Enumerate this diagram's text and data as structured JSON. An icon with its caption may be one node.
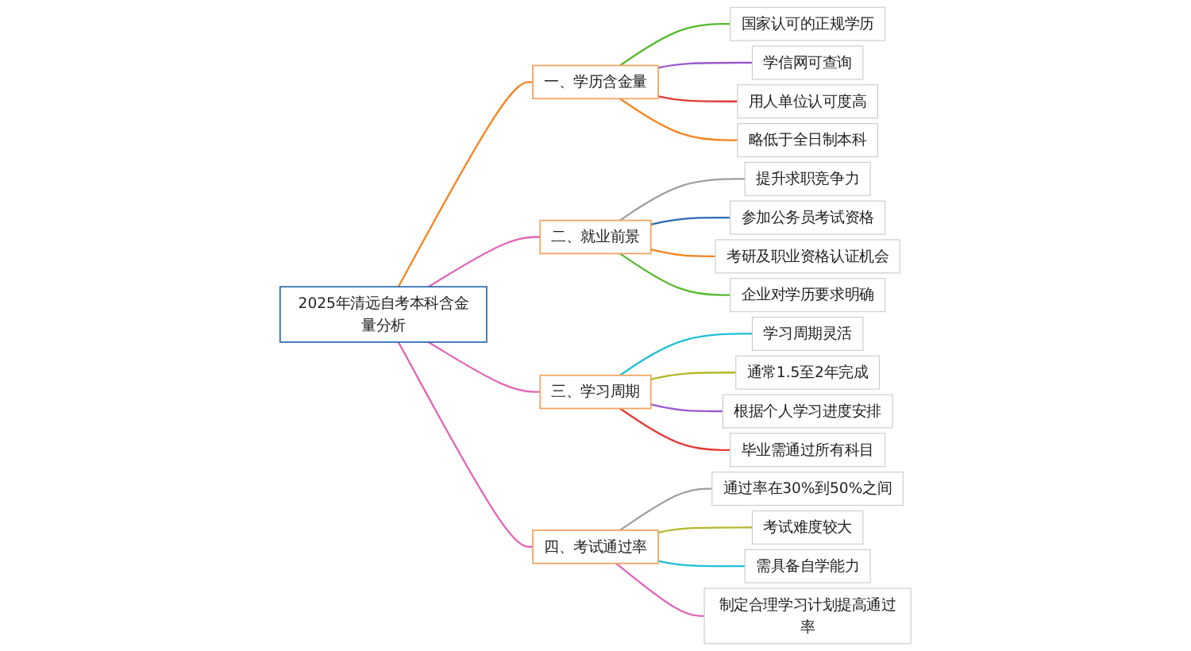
{
  "diagram": {
    "nodes": [
      {
        "text": [
          "2025年清远自考本科含金量分析"
        ]
      },
      {
        "text": [
          "一、学历含金量"
        ]
      },
      {
        "text": [
          "国家认可的正规学历"
        ]
      },
      {
        "text": [
          "学信网可查询"
        ]
      },
      {
        "text": [
          "用人单位认可度高"
        ]
      },
      {
        "text": [
          "略低于全日制本科"
        ]
      },
      {
        "text": [
          "二、就业前景"
        ]
      },
      {
        "text": [
          "提升求职竞争力"
        ]
      },
      {
        "text": [
          "参加公务员考试资格"
        ]
      },
      {
        "text": [
          "考研及职业资格认证机会"
        ]
      },
      {
        "text": [
          "企业对学历要求明确"
        ]
      },
      {
        "text": [
          "三、学习周期"
        ]
      },
      {
        "text": [
          "学习周期灵活"
        ]
      },
      {
        "text": [
          "通常1.5至2年完成"
        ]
      },
      {
        "text": [
          "根据个人学习进度安排"
        ]
      },
      {
        "text": [
          "毕业需通过所有科目"
        ]
      },
      {
        "text": [
          "四、考试通过率"
        ]
      },
      {
        "text": [
          "通过率在30%到50%之间"
        ]
      },
      {
        "text": [
          "考试难度较大"
        ]
      },
      {
        "text": [
          "需具备自学能力"
        ]
      },
      {
        "text": [
          "制定合理学习计划提高通过率"
        ]
      }
    ],
    "edges": [
      {
        "from": 0,
        "to": 1,
        "arrow": "none",
        "color": "#f5841f"
      },
      {
        "from": 1,
        "to": 2,
        "arrow": "none",
        "color": "#55b92e"
      },
      {
        "from": 1,
        "to": 3,
        "arrow": "none",
        "color": "#9b59d0"
      },
      {
        "from": 1,
        "to": 4,
        "arrow": "none",
        "color": "#e53935"
      },
      {
        "from": 1,
        "to": 5,
        "arrow": "none",
        "color": "#f5841f"
      },
      {
        "from": 0,
        "to": 6,
        "arrow": "none",
        "color": "#e066b8"
      },
      {
        "from": 6,
        "to": 7,
        "arrow": "none",
        "color": "#9e9e9e"
      },
      {
        "from": 6,
        "to": 8,
        "arrow": "none",
        "color": "#2b6cb0"
      },
      {
        "from": 6,
        "to": 9,
        "arrow": "none",
        "color": "#f5841f"
      },
      {
        "from": 6,
        "to": 10,
        "arrow": "none",
        "color": "#55b92e"
      },
      {
        "from": 0,
        "to": 11,
        "arrow": "none",
        "color": "#e066b8"
      },
      {
        "from": 11,
        "to": 12,
        "arrow": "none",
        "color": "#1fc0d8"
      },
      {
        "from": 11,
        "to": 13,
        "arrow": "none",
        "color": "#b5b82a"
      },
      {
        "from": 11,
        "to": 14,
        "arrow": "none",
        "color": "#9b59d0"
      },
      {
        "from": 11,
        "to": 15,
        "arrow": "none",
        "color": "#e53935"
      },
      {
        "from": 0,
        "to": 16,
        "arrow": "none",
        "color": "#e066b8"
      },
      {
        "from": 16,
        "to": 17,
        "arrow": "none",
        "color": "#9e9e9e"
      },
      {
        "from": 16,
        "to": 18,
        "arrow": "none",
        "color": "#b5b82a"
      },
      {
        "from": 16,
        "to": 19,
        "arrow": "none",
        "color": "#1fc0d8"
      },
      {
        "from": 16,
        "to": 20,
        "arrow": "none",
        "color": "#e066b8"
      }
    ]
  }
}
